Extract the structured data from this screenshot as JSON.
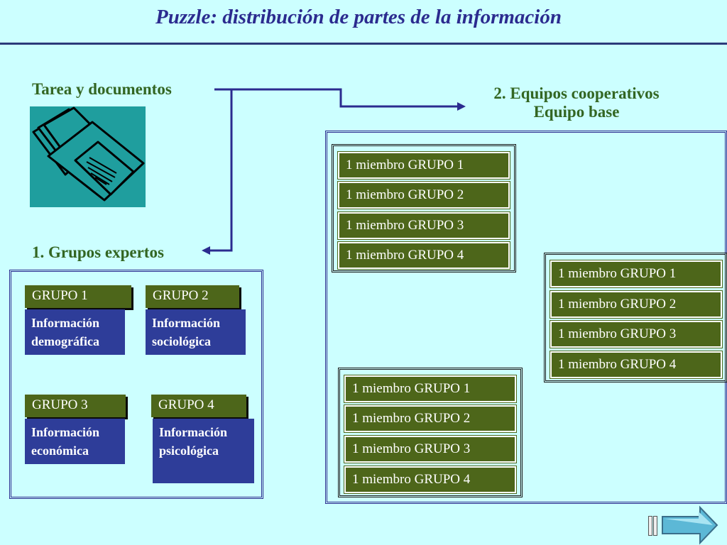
{
  "title": "Puzzle: distribución de partes de la información",
  "task": {
    "label": "Tarea y documentos",
    "icon": "laptop-documents-icon"
  },
  "experts": {
    "label": "1. Grupos expertos",
    "groups": [
      {
        "name": "GRUPO 1",
        "info": [
          "Información",
          "demográfica"
        ]
      },
      {
        "name": "GRUPO  2",
        "info": [
          "Información",
          "sociológica"
        ]
      },
      {
        "name": "GRUPO 3",
        "info": [
          "Información",
          "económica"
        ]
      },
      {
        "name": "GRUPO 4",
        "info": [
          "Información",
          "psicológica"
        ]
      }
    ]
  },
  "cooperative": {
    "line1": "2. Equipos cooperativos",
    "line2": "Equipo base",
    "teams": [
      [
        "1 miembro GRUPO 1",
        "1 miembro GRUPO 2",
        "1 miembro GRUPO 3",
        "1 miembro GRUPO 4"
      ],
      [
        "1 miembro GRUPO 1",
        "1 miembro GRUPO 2",
        "1 miembro GRUPO 3",
        "1 miembro GRUPO 4"
      ],
      [
        "1 miembro GRUPO 1",
        "1 miembro GRUPO 2",
        "1 miembro GRUPO 3",
        "1 miembro GRUPO 4"
      ]
    ]
  },
  "navigation": {
    "next_icon": "next-arrow-icon",
    "bars_icon": "slide-bars-icon"
  },
  "colors": {
    "background": "#ccffff",
    "title": "#2b2b8f",
    "heading": "#336622",
    "green_box": "#4d661a",
    "blue_box": "#2e3d99",
    "laptop_bg": "#1f9e9e"
  }
}
